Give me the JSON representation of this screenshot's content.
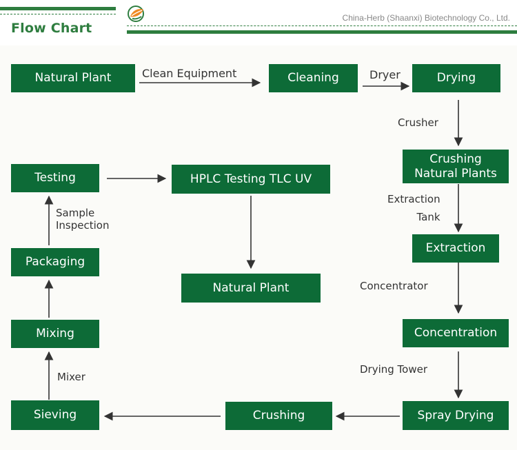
{
  "header": {
    "title": "Flow Chart",
    "company": "China-Herb (Shaanxi) Biotechnology Co., Ltd."
  },
  "colors": {
    "box": "#0d6b37",
    "accent": "#2e7d3f",
    "arrow": "#333333"
  },
  "icons": {
    "logo": "leaf-circle-logo-icon"
  },
  "nodes": {
    "natural_plant_start": "Natural Plant",
    "cleaning": "Cleaning",
    "drying": "Drying",
    "crushing_natural_plants": "Crushing\nNatural Plants",
    "extraction": "Extraction",
    "concentration": "Concentration",
    "spray_drying": "Spray Drying",
    "crushing": "Crushing",
    "sieving": "Sieving",
    "mixing": "Mixing",
    "packaging": "Packaging",
    "testing": "Testing",
    "hplc": "HPLC Testing TLC UV",
    "natural_plant_end": "Natural Plant"
  },
  "edge_labels": {
    "clean_equipment": "Clean Equipment",
    "dryer": "Dryer",
    "crusher": "Crusher",
    "extraction_tank": "Extraction\nTank",
    "concentrator": "Concentrator",
    "drying_tower": "Drying Tower",
    "mixer": "Mixer",
    "sample_inspection": "Sample\nInspection"
  }
}
